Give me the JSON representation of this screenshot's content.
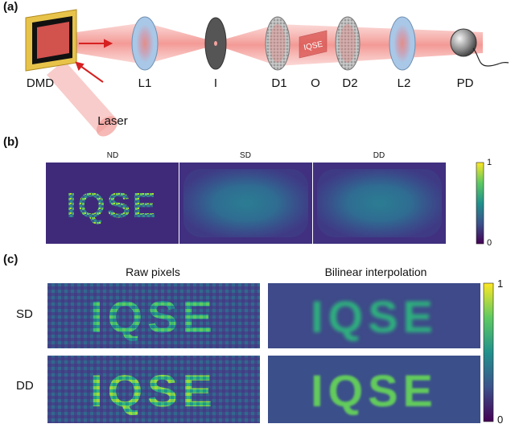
{
  "panels": {
    "a": {
      "label": "(a)",
      "components": [
        "DMD",
        "L1",
        "I",
        "D1",
        "O",
        "D2",
        "L2",
        "PD"
      ],
      "laser_label": "Laser",
      "object_text": "IQSE"
    },
    "b": {
      "label": "(b)",
      "image_titles": [
        "ND",
        "SD",
        "DD"
      ],
      "colorbar_max": "1",
      "colorbar_min": "0",
      "nd_image_text": "IQSE"
    },
    "c": {
      "label": "(c)",
      "column_titles": [
        "Raw pixels",
        "Bilinear interpolation"
      ],
      "row_labels": [
        "SD",
        "DD"
      ],
      "colorbar_max": "1",
      "colorbar_min": "0",
      "image_text": "IQSE"
    }
  },
  "colors": {
    "colormap": [
      "#440154",
      "#3b528b",
      "#21918c",
      "#5ec962",
      "#fde725"
    ],
    "laser_beam": "#f4a3a0",
    "dmd_frame": "#e8c34a",
    "lens_fill": "#a9c8e8"
  }
}
